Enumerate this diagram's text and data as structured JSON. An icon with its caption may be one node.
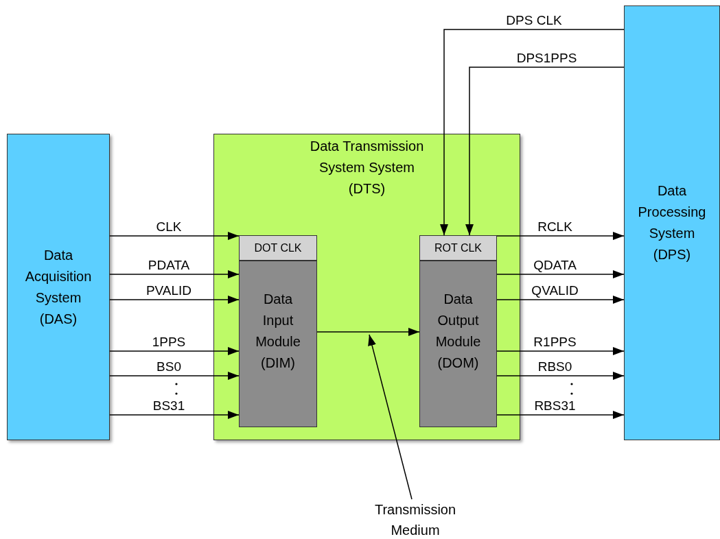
{
  "diagram": {
    "nodes": [
      {
        "text": [
          "Data Acquisition System (DAS)"
        ]
      },
      {
        "text": [
          "Data Transmission System System (DTS)"
        ]
      },
      {
        "text": [
          "DOT CLK"
        ],
        "in": 1
      },
      {
        "text": [
          "Data Input Module (DIM)"
        ],
        "in": 1
      },
      {
        "text": [
          "ROT CLK"
        ],
        "in": 1
      },
      {
        "text": [
          "Data Output Module (DOM)"
        ],
        "in": 1
      },
      {
        "text": [
          "Data Processing System (DPS)"
        ]
      },
      {
        "text": [
          "Transmission Medium"
        ]
      }
    ],
    "edges": [
      {
        "from": 0,
        "to": 2,
        "arrow": "to",
        "label": "CLK"
      },
      {
        "from": 0,
        "to": 3,
        "arrow": "to",
        "label": "PDATA"
      },
      {
        "from": 0,
        "to": 3,
        "arrow": "to",
        "label": "PVALID"
      },
      {
        "from": 0,
        "to": 3,
        "arrow": "to",
        "label": "1PPS"
      },
      {
        "from": 0,
        "to": 3,
        "arrow": "to",
        "label": "BS0"
      },
      {
        "from": 0,
        "to": 3,
        "arrow": "to",
        "label": "BS31"
      },
      {
        "from": 3,
        "to": 5,
        "arrow": "to"
      },
      {
        "from": 6,
        "to": 4,
        "arrow": "to",
        "label": "DPS CLK"
      },
      {
        "from": 6,
        "to": 4,
        "arrow": "to",
        "label": "DPS1PPS"
      },
      {
        "from": 4,
        "to": 6,
        "arrow": "to",
        "label": "RCLK"
      },
      {
        "from": 5,
        "to": 6,
        "arrow": "to",
        "label": "QDATA"
      },
      {
        "from": 5,
        "to": 6,
        "arrow": "to",
        "label": "QVALID"
      },
      {
        "from": 5,
        "to": 6,
        "arrow": "to",
        "label": "R1PPS"
      },
      {
        "from": 5,
        "to": 6,
        "arrow": "to",
        "label": "RBS0"
      },
      {
        "from": 5,
        "to": 6,
        "arrow": "to",
        "label": "RBS31"
      },
      {
        "from": 7,
        "to": null,
        "arrow": "to"
      }
    ]
  }
}
